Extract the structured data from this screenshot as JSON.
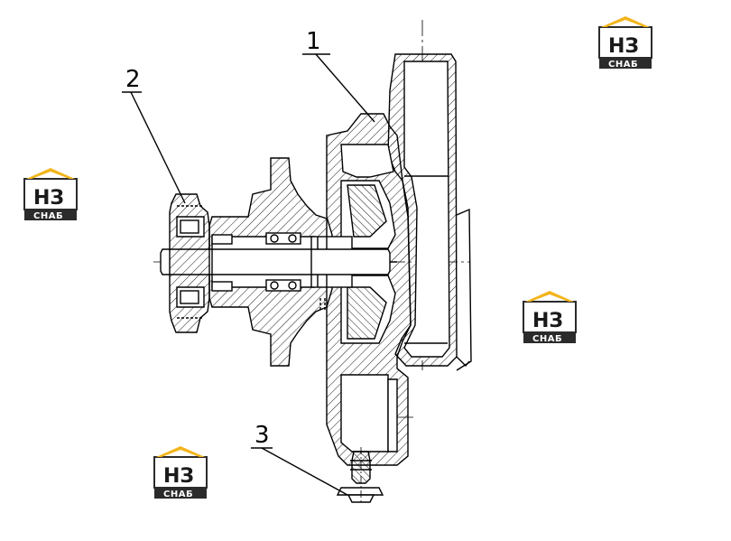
{
  "callouts": [
    "1",
    "2",
    "3"
  ],
  "watermark": {
    "line1": "НЗ",
    "line2": "СНАБ",
    "accent_color": "#f2b51c",
    "dark_color": "#2b2b2b"
  }
}
